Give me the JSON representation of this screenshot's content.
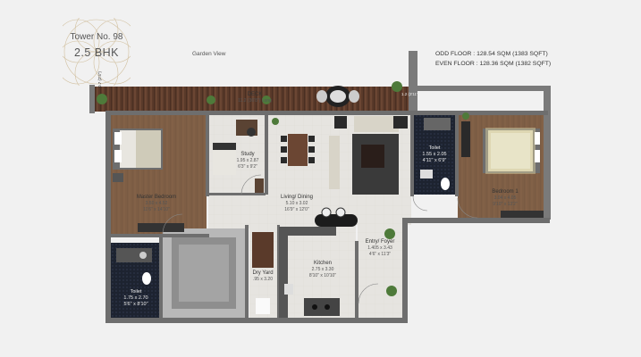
{
  "header": {
    "tower": "Tower No. 98",
    "config": "2.5 BHK"
  },
  "areas": {
    "odd_floor": "ODD FLOOR : 128.54 SQM (1383 SQFT)",
    "even_floor": "EVEN FLOOR : 128.36 SQM (1382 SQFT)"
  },
  "garden_view": "Garden View",
  "deck": {
    "name": "DECK",
    "dim": "11.2 (36'8\") Long",
    "side_left": "0.7 (2'4\")",
    "side_right": "1.2 (3'11\")"
  },
  "rooms": {
    "master": {
      "name": "Master Bedroom",
      "dim": "3.50 x 4.52",
      "ft": "11'6\" x 14'10\""
    },
    "study": {
      "name": "Study",
      "dim": "1.95 x 2.87",
      "ft": "6'3\" x 9'2\""
    },
    "living": {
      "name": "Living/ Dining",
      "dim": "5.10 x 3.02",
      "ft": "16'9\" x 12'0\""
    },
    "toilet_right": {
      "name": "Toilet",
      "dim": "1.55 x 2.05",
      "ft": "4'11\" x 6'9\""
    },
    "bedroom1": {
      "name": "Bedroom 1",
      "dim": "3.04 x 4.05",
      "ft": "9'10\" x 13'2\""
    },
    "entry": {
      "name": "Entry/ Foyer",
      "dim": "1.405 x 3.43",
      "ft": "4'6\" x 11'3\""
    },
    "kitchen": {
      "name": "Kitchen",
      "dim": "2.75 x 3.30",
      "ft": "8'10\" x 10'10\""
    },
    "dryyard": {
      "name": "Dry Yard",
      "dim": ".95 x 3.20"
    },
    "toilet_left": {
      "name": "Toilet",
      "dim": "1.75 x 2.70",
      "ft": "5'6\" x 8'10\""
    }
  }
}
